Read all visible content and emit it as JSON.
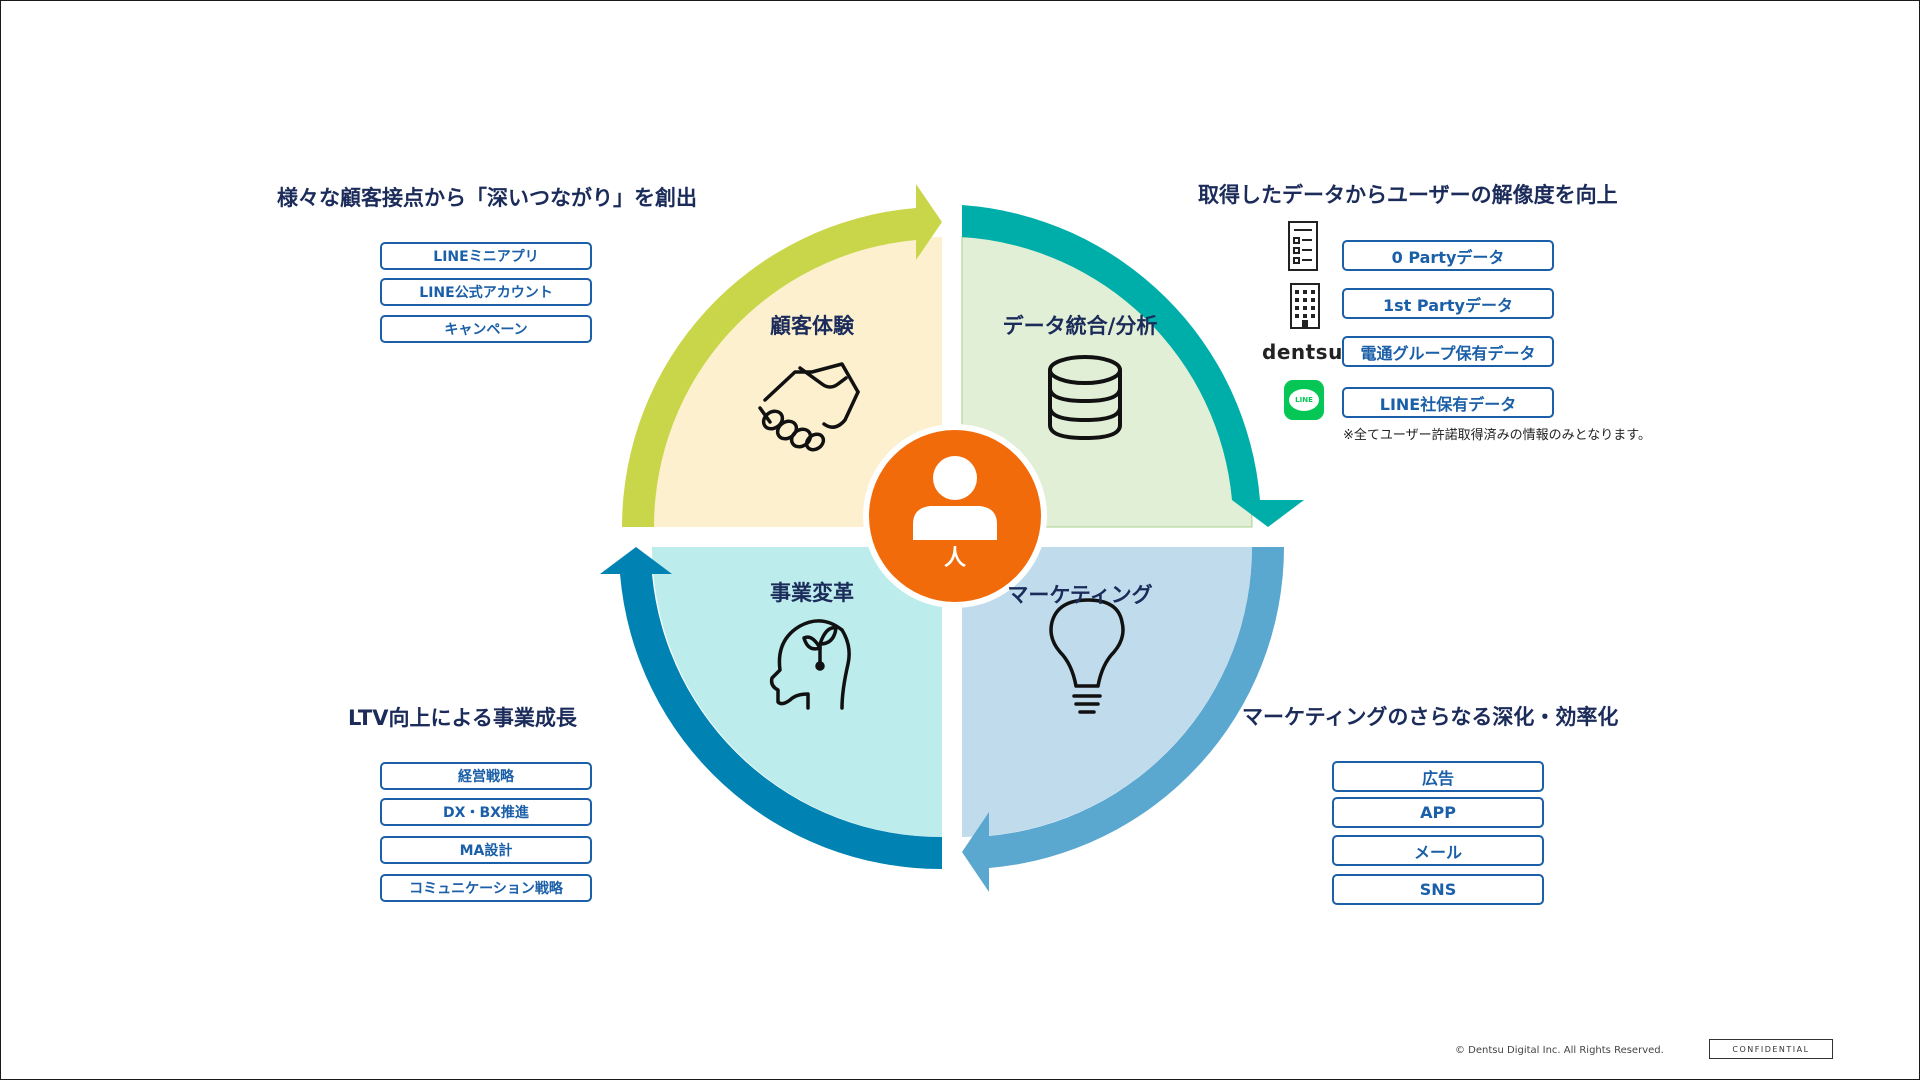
{
  "center": {
    "icon": "person-icon",
    "label": "人",
    "color": "#f26b0a"
  },
  "quadrants": [
    {
      "key": "customer_experience",
      "label": "顧客体験",
      "icon": "handshake-icon",
      "fill": "#fdf0cf",
      "arrow_color": "#c9d64a"
    },
    {
      "key": "data_integration",
      "label": "データ統合/分析",
      "icon": "database-icon",
      "fill": "#e1efd6",
      "arrow_color": "#00aea9"
    },
    {
      "key": "marketing",
      "label": "マーケティング",
      "icon": "lightbulb-icon",
      "fill": "#c0dcec",
      "arrow_color": "#5aa7d0"
    },
    {
      "key": "business_transformation",
      "label": "事業変革",
      "icon": "head-sprout-icon",
      "fill": "#bcecec",
      "arrow_color": "#0083b3"
    }
  ],
  "top_left": {
    "heading": "様々な顧客接点から「深いつながり」を創出",
    "items": [
      "LINEミニアプリ",
      "LINE公式アカウント",
      "キャンペーン"
    ]
  },
  "top_right": {
    "heading": "取得したデータからユーザーの解像度を向上",
    "items": [
      {
        "label": "0 Partyデータ",
        "icon": "document-list-icon"
      },
      {
        "label": "1st Partyデータ",
        "icon": "building-icon"
      },
      {
        "label": "電通グループ保有データ",
        "icon": "dentsu-logo",
        "logo_text": "dentsu"
      },
      {
        "label": "LINE社保有データ",
        "icon": "line-logo-icon",
        "logo_text": "LINE"
      }
    ],
    "note": "※全てユーザー許諾取得済みの情報のみとなります。"
  },
  "bottom_left": {
    "heading": "LTV向上による事業成長",
    "items": [
      "経営戦略",
      "DX・BX推進",
      "MA設計",
      "コミュニケーション戦略"
    ]
  },
  "bottom_right": {
    "heading": "マーケティングのさらなる深化・効率化",
    "items": [
      "広告",
      "APP",
      "メール",
      "SNS"
    ]
  },
  "footer": {
    "copyright": "© Dentsu Digital Inc. All Rights Reserved.",
    "confidential": "CONFIDENTIAL"
  }
}
